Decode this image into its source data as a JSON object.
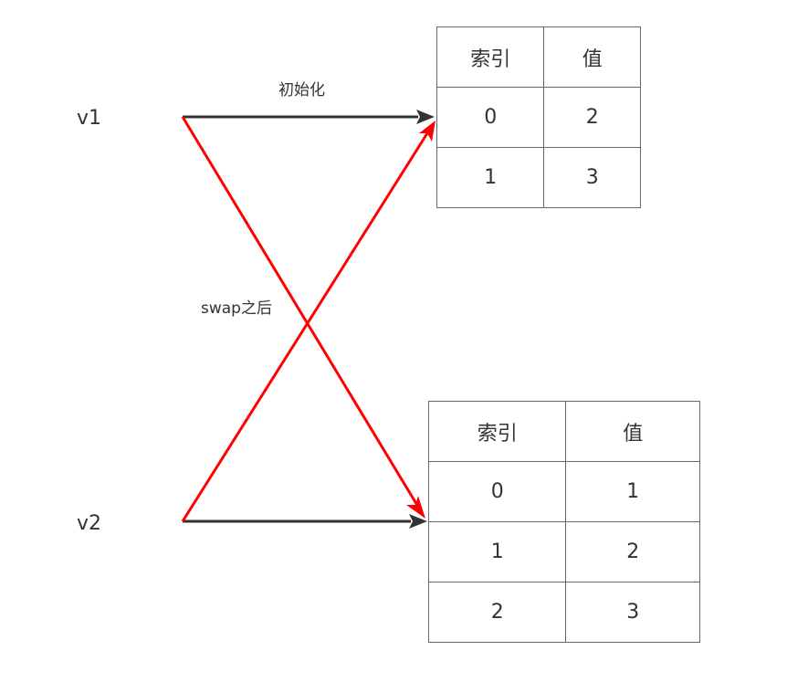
{
  "variables": {
    "v1": "v1",
    "v2": "v2"
  },
  "annotations": {
    "init": "初始化",
    "swap": "swap之后"
  },
  "colors": {
    "initial_arrow": "#333333",
    "swapped_arrow": "#ff0000",
    "border": "#666666"
  },
  "table_top": {
    "header": [
      "索引",
      "值"
    ],
    "rows": [
      [
        "0",
        "2"
      ],
      [
        "1",
        "3"
      ]
    ]
  },
  "table_bottom": {
    "header": [
      "索引",
      "值"
    ],
    "rows": [
      [
        "0",
        "1"
      ],
      [
        "1",
        "2"
      ],
      [
        "2",
        "3"
      ]
    ]
  }
}
